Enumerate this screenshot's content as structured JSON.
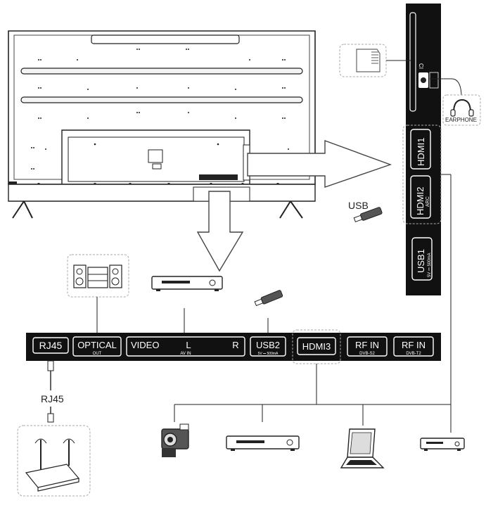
{
  "side_panel": {
    "ci_label": "CI",
    "audio_jack_label": "",
    "hdmi1": "HDMI1",
    "hdmi2": "HDMI2",
    "hdmi2_sub": "ARC",
    "usb1": "USB1",
    "usb1_sub": "5V ⎓ 500mA"
  },
  "side_devices": {
    "earphone_label": "EARPHONE",
    "usb_label": "USB"
  },
  "bottom_panel": {
    "rj45": "RJ45",
    "optical": "OPTICAL",
    "optical_sub": "OUT",
    "video": "VIDEO",
    "l": "L",
    "r": "R",
    "av_in_sub": "AV IN",
    "usb2": "USB2",
    "usb2_sub": "5V ⎓ 500mA",
    "hdmi3": "HDMI3",
    "rf_in_1": "RF IN",
    "rf_in_1_sub": "DVB-S2",
    "rf_in_2": "RF IN",
    "rf_in_2_sub": "DVB-T2"
  },
  "cable": {
    "rj45_label": "RJ45"
  },
  "colors": {
    "panel": "#111111",
    "port_text": "#ffffff",
    "line": "#222222",
    "dashed": "#999999"
  }
}
